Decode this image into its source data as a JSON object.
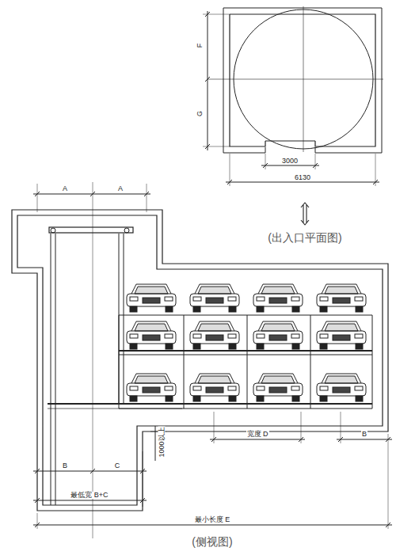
{
  "diagram": {
    "labels": [
      "F",
      "G",
      "3000",
      "6130",
      "(出入口平面图)",
      "A",
      "A",
      "B",
      "C",
      "最低宽 B+C",
      "1000以上",
      "宽度 D",
      "B",
      "最小长度 E",
      "(侧视图)"
    ]
  }
}
